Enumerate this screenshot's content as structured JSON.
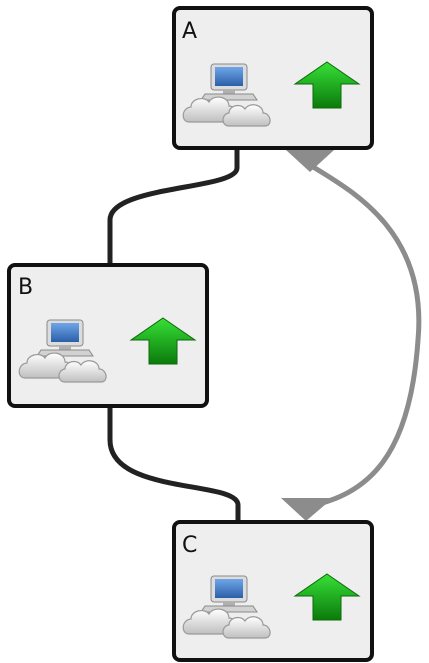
{
  "diagram": {
    "nodes": [
      {
        "id": "A",
        "label": "A",
        "status": "up-arrow-icon",
        "device": "computer-cloud-icon"
      },
      {
        "id": "B",
        "label": "B",
        "status": "up-arrow-icon",
        "device": "computer-cloud-icon"
      },
      {
        "id": "C",
        "label": "C",
        "status": "up-arrow-icon",
        "device": "computer-cloud-icon"
      }
    ],
    "edges": [
      {
        "from": "A",
        "to": "B",
        "style": "solid-dark"
      },
      {
        "from": "B",
        "to": "C",
        "style": "solid-dark"
      },
      {
        "from": "A",
        "to": "C",
        "style": "curved-gray-arrows"
      }
    ]
  },
  "colors": {
    "node_fill": "#eeeeee",
    "node_border": "#111111",
    "link_dark": "#222222",
    "link_gray": "#8c8c8c",
    "arrow_green_light": "#2fd12f",
    "arrow_green_dark": "#0b7a0b",
    "monitor_blue": "#3a78c9",
    "cloud_gray": "#d9d9d9"
  }
}
